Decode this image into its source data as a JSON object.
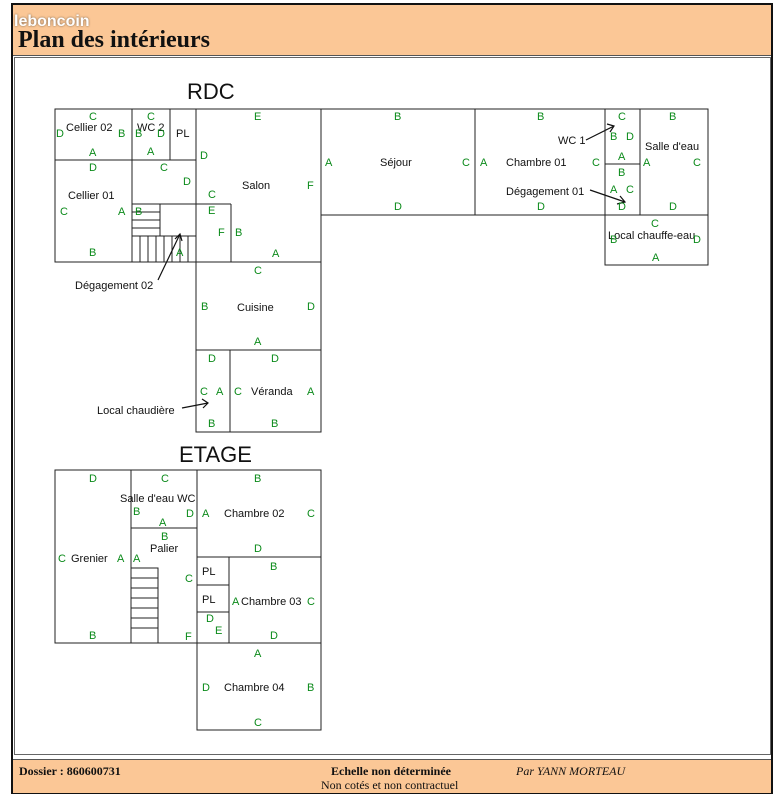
{
  "header": {
    "title": "Plan des intérieurs",
    "watermark": "leboncoin"
  },
  "sections": {
    "rdc": "RDC",
    "etage": "ETAGE"
  },
  "rooms": {
    "cellier02": "Cellier 02",
    "wc2": "WC 2",
    "pl_rdc": "PL",
    "cellier01": "Cellier 01",
    "salon": "Salon",
    "sejour": "Séjour",
    "chambre01": "Chambre 01",
    "wc1": "WC 1",
    "degagement01": "Dégagement 01",
    "salle_eau": "Salle d'eau",
    "local_chauffe_eau": "Local chauffe-eau",
    "degagement02": "Dégagement 02",
    "cuisine": "Cuisine",
    "local_chaudiere": "Local chaudière",
    "veranda": "Véranda",
    "grenier": "Grenier",
    "salle_eau_wc": "Salle d'eau WC",
    "palier": "Palier",
    "chambre02": "Chambre 02",
    "pl_a": "PL",
    "pl_b": "PL",
    "chambre03": "Chambre 03",
    "chambre04": "Chambre 04"
  },
  "footer": {
    "dossier_label": "Dossier : 860600731",
    "scale": "Echelle non déterminée",
    "disclaimer": "Non cotés et non contractuel",
    "author": "Par YANN MORTEAU"
  },
  "colors": {
    "header_bg": "#fbc796",
    "wall_letter": "#0b8a1a"
  }
}
